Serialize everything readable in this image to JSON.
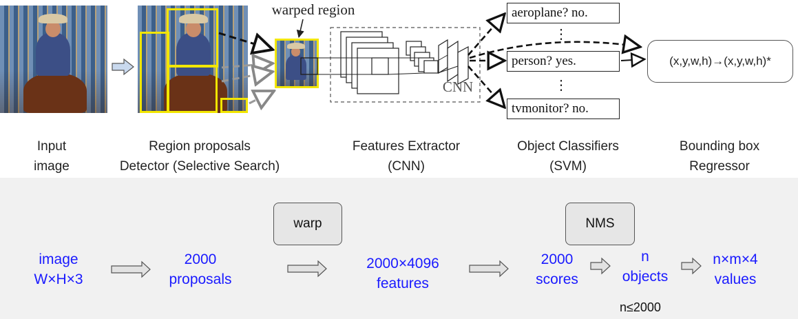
{
  "pipeline_figure": {
    "warped_region_label": "warped region",
    "cnn_label": "CNN",
    "classifier_outputs": [
      "aeroplane? no.",
      "person? yes.",
      "tvmonitor? no."
    ],
    "vertical_ellipsis": "⋮",
    "regressor_formula": "(x,y,w,h)→(x,y,w,h)*"
  },
  "stage_labels": [
    {
      "line1": "Input",
      "line2": "image"
    },
    {
      "line1": "Region proposals",
      "line2": "Detector (Selective Search)"
    },
    {
      "line1": "Features Extractor",
      "line2": "(CNN)"
    },
    {
      "line1": "Object Classifiers",
      "line2": "(SVM)"
    },
    {
      "line1": "Bounding box",
      "line2": "Regressor"
    }
  ],
  "data_flow": {
    "steps": [
      {
        "line1": "image",
        "line2": "W×H×3"
      },
      {
        "line1": "2000",
        "line2": "proposals"
      },
      {
        "line1": "2000×4096",
        "line2": "features"
      },
      {
        "line1": "2000",
        "line2": "scores"
      },
      {
        "line1": "n",
        "line2": "objects"
      },
      {
        "line1": "n×m×4",
        "line2": "values"
      }
    ],
    "operations": [
      "warp",
      "NMS"
    ],
    "constraint": "n≤2000"
  },
  "colors": {
    "flow_text": "#1a1aff",
    "proposal_box": "#f2e600",
    "lower_panel_bg": "#f1f1f1"
  }
}
